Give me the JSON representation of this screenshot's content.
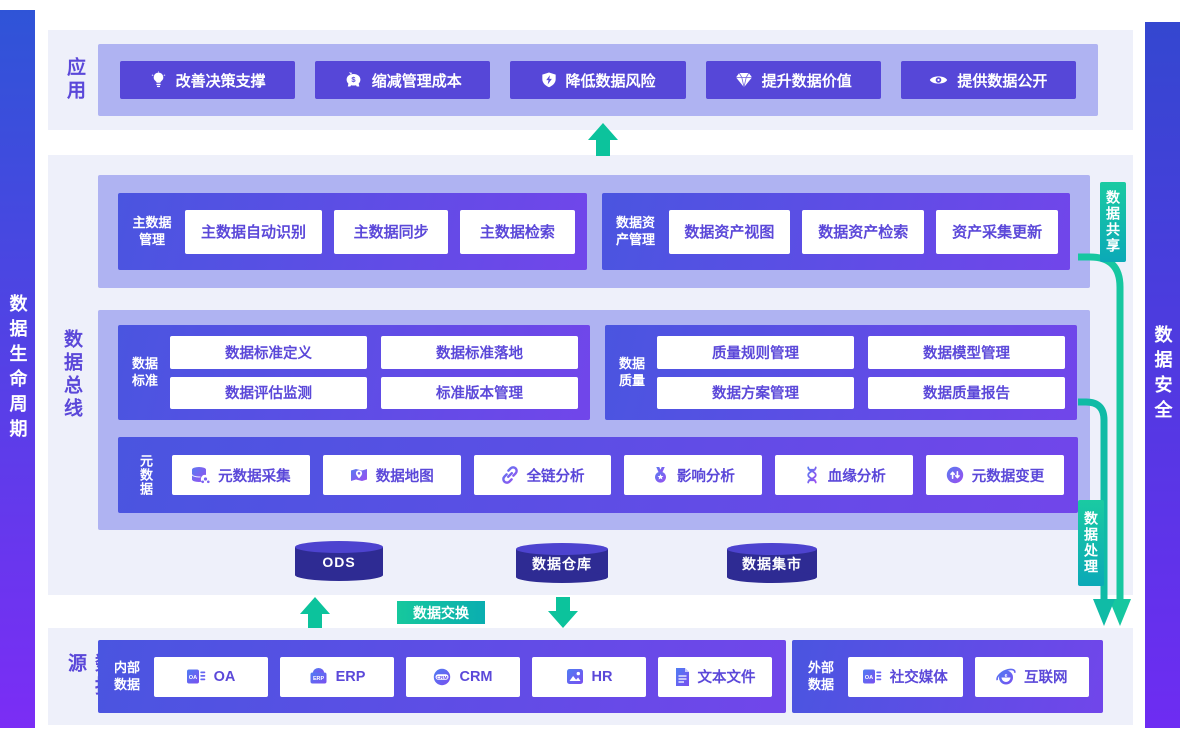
{
  "side_bars": {
    "left": "数据生命周期",
    "right": "数据安全"
  },
  "app": {
    "label": "应用",
    "items": [
      {
        "icon": "lightbulb-icon",
        "label": "改善决策支撑"
      },
      {
        "icon": "piggy-bank-icon",
        "label": "缩减管理成本",
        "icon_text": "$"
      },
      {
        "icon": "shield-icon",
        "label": "降低数据风险"
      },
      {
        "icon": "diamond-icon",
        "label": "提升数据价值"
      },
      {
        "icon": "eye-icon",
        "label": "提供数据公开"
      }
    ]
  },
  "bus": {
    "label": "数据总线",
    "master": {
      "label": "主数据管理",
      "items": [
        "主数据自动识别",
        "主数据同步",
        "主数据检索"
      ]
    },
    "asset": {
      "label": "数据资产管理",
      "items": [
        "数据资产视图",
        "数据资产检索",
        "资产采集更新"
      ]
    },
    "standard": {
      "label": "数据标准",
      "items": [
        "数据标准定义",
        "数据标准落地",
        "数据评估监测",
        "标准版本管理"
      ]
    },
    "quality": {
      "label": "数据质量",
      "items": [
        "质量规则管理",
        "数据模型管理",
        "数据方案管理",
        "数据质量报告"
      ]
    },
    "metadata": {
      "label": "元数据",
      "items": [
        {
          "icon": "database-icon",
          "label": "元数据采集"
        },
        {
          "icon": "map-icon",
          "label": "数据地图"
        },
        {
          "icon": "link-icon",
          "label": "全链分析"
        },
        {
          "icon": "medal-icon",
          "label": "影响分析"
        },
        {
          "icon": "dna-icon",
          "label": "血缘分析"
        },
        {
          "icon": "metadata-change-icon",
          "label": "元数据变更"
        }
      ]
    },
    "stores": [
      "ODS",
      "数据仓库",
      "数据集市"
    ]
  },
  "flows": {
    "share": "数据共享",
    "process": "数据处理",
    "exchange": "数据交换"
  },
  "source": {
    "label": "数据源",
    "internal": {
      "label": "内部数据",
      "items": [
        {
          "icon": "oa-icon",
          "label": "OA",
          "icon_text": "OA"
        },
        {
          "icon": "erp-icon",
          "label": "ERP",
          "icon_text": "ERP"
        },
        {
          "icon": "crm-icon",
          "label": "CRM",
          "icon_text": "CRM"
        },
        {
          "icon": "hr-icon",
          "label": "HR"
        },
        {
          "icon": "text-file-icon",
          "label": "文本文件"
        }
      ]
    },
    "external": {
      "label": "外部数据",
      "items": [
        {
          "icon": "social-media-icon",
          "label": "社交媒体",
          "icon_text": "OA"
        },
        {
          "icon": "internet-icon",
          "label": "互联网",
          "icon_text": "e"
        }
      ]
    }
  },
  "colors": {
    "section_bg": "#eef0fa",
    "tray_bg": "#afb3f2",
    "chip_dark": "#5647d8",
    "chip_text": "#5b48d9",
    "block_gradient": [
      "#4a55e0",
      "#7146ea"
    ],
    "teal": "#12c2a2",
    "cylinder": "#2e2b93",
    "left_bar_gradient": [
      "#2f54d7",
      "#7b2df5"
    ],
    "right_bar_gradient": [
      "#3447d0",
      "#6e2cf2"
    ]
  }
}
